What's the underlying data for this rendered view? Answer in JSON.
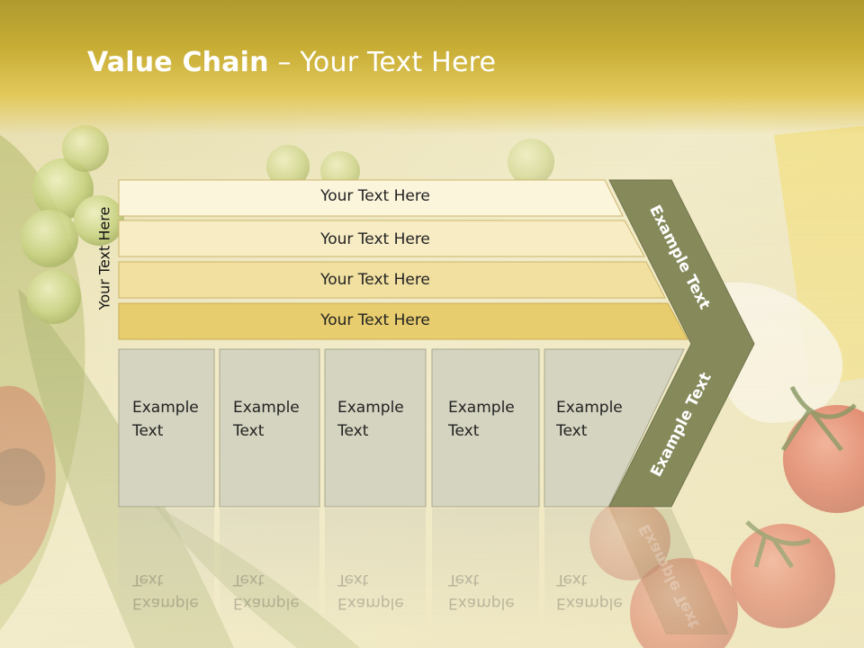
{
  "slide": {
    "title_bold": "Value Chain",
    "title_rest": " – Your Text Here",
    "vertical_label": "Your Text Here"
  },
  "rows": [
    {
      "label": "Your Text Here"
    },
    {
      "label": "Your Text Here"
    },
    {
      "label": "Your Text Here"
    },
    {
      "label": "Your Text Here"
    }
  ],
  "columns": [
    {
      "line1": "Example",
      "line2": "Text"
    },
    {
      "line1": "Example",
      "line2": "Text"
    },
    {
      "line1": "Example",
      "line2": "Text"
    },
    {
      "line1": "Example",
      "line2": "Text"
    },
    {
      "line1": "Example",
      "line2": "Text"
    }
  ],
  "arrow": {
    "upper_label": "Example Text",
    "lower_label": "Example Text"
  },
  "colors": {
    "header": "#c7ad34",
    "row_fills": [
      "#fbf5dc",
      "#f7ecc4",
      "#f1e0a0",
      "#e8cd6e"
    ],
    "column_fill": "#d5d4c0",
    "arrow_fill": "#868a5b"
  }
}
